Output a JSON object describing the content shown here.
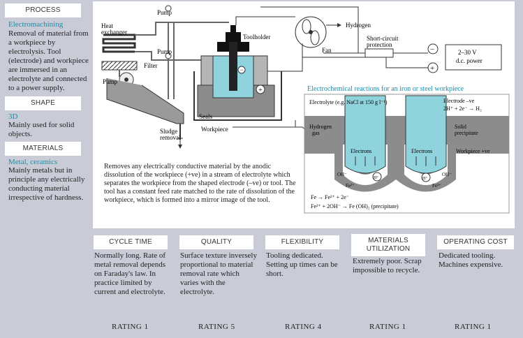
{
  "sidebar": {
    "process": {
      "header": "PROCESS",
      "subtitle": "Electromachining",
      "text": "Removal of material from a workpiece by electrolysis. Tool (electrode) and workpiece are immersed in an electrolyte and connected to a power supply."
    },
    "shape": {
      "header": "SHAPE",
      "subtitle": "3D",
      "text": "Mainly used for solid objects."
    },
    "materials": {
      "header": "MATERIALS",
      "subtitle": "Metal, ceramics",
      "text": "Mainly metals but in principle any electrically conducting material irrespective of hardness."
    }
  },
  "diagram": {
    "labels": {
      "heat_exchanger_1": "Heat",
      "heat_exchanger_2": "exchanger",
      "pump_top": "Pump",
      "pump_mid": "Pump",
      "pump_left": "Pump",
      "filter": "Filter",
      "toolholder": "Toolholder",
      "hydrogen": "Hydrogen",
      "fan": "Fan",
      "short_circuit_1": "Short-circuit",
      "short_circuit_2": "protection",
      "power_1": "2–30 V",
      "power_2": "d.c. power",
      "seals": "Seals",
      "workpiece": "Workpiece",
      "sludge_1": "Sludge",
      "sludge_2": "removal",
      "minus": "−",
      "plus": "+"
    },
    "caption": "Removes any electrically conductive material by the anodic dissolution of the workpiece (+ve) in a stream of electrolyte which separates the workpiece from the shaped electrode (–ve) or tool. The tool has a constant feed rate matched to the rate of dissolution of the workpiece, which is formed into a mirror image of the tool.",
    "inset": {
      "title": "Electrochemical reactions for an iron or steel workpiece",
      "electrolyte": "Electrolyte (e.g. NaCl at 150 g l⁻¹)",
      "electrode": "Electrode –ve",
      "electrode_eq": "2H⁺ + 2e⁻ → H₂",
      "hydrogen_1": "Hydrogen",
      "hydrogen_2": "gas",
      "solid_1": "Solid",
      "solid_2": "precipitate",
      "electrons_left": "Electrons",
      "electrons_right": "Electrons",
      "workpiece": "Workpiece +ve",
      "h_plus": "H⁺",
      "oh_left": "OH⁻",
      "oh_right": "OH⁻",
      "fe_left": "Fe²⁺",
      "fe_right": "Fe²⁺",
      "eq1": "Fe → Fe²⁺ + 2e⁻",
      "eq2": "Fe²⁺ + 2OH⁻ → Fe (OH)₂ (precipitate)"
    }
  },
  "criteria": [
    {
      "header": "CYCLE TIME",
      "text": "Normally long. Rate of metal removal depends on Faraday's law. In practice limited by current and electrolyte.",
      "rating": "RATING 1"
    },
    {
      "header": "QUALITY",
      "text": "Surface texture inversely proportional to material removal rate which varies with the electrolyte.",
      "rating": "RATING 5"
    },
    {
      "header": "FLEXIBILITY",
      "text": "Tooling dedicated. Setting up times can be short.",
      "rating": "RATING 4"
    },
    {
      "header_1": "MATERIALS",
      "header_2": "UTILIZATION",
      "text": "Extremely poor. Scrap impossible to recycle.",
      "rating": "RATING 1"
    },
    {
      "header": "OPERATING COST",
      "text": "Dedicated tooling. Machines expensive.",
      "rating": "RATING 1"
    }
  ],
  "colors": {
    "page_bg": "#c9ccd6",
    "accent_teal": "#1a8ca8",
    "liquid": "#8fd3dc",
    "metal_grey": "#8c8c8c"
  }
}
